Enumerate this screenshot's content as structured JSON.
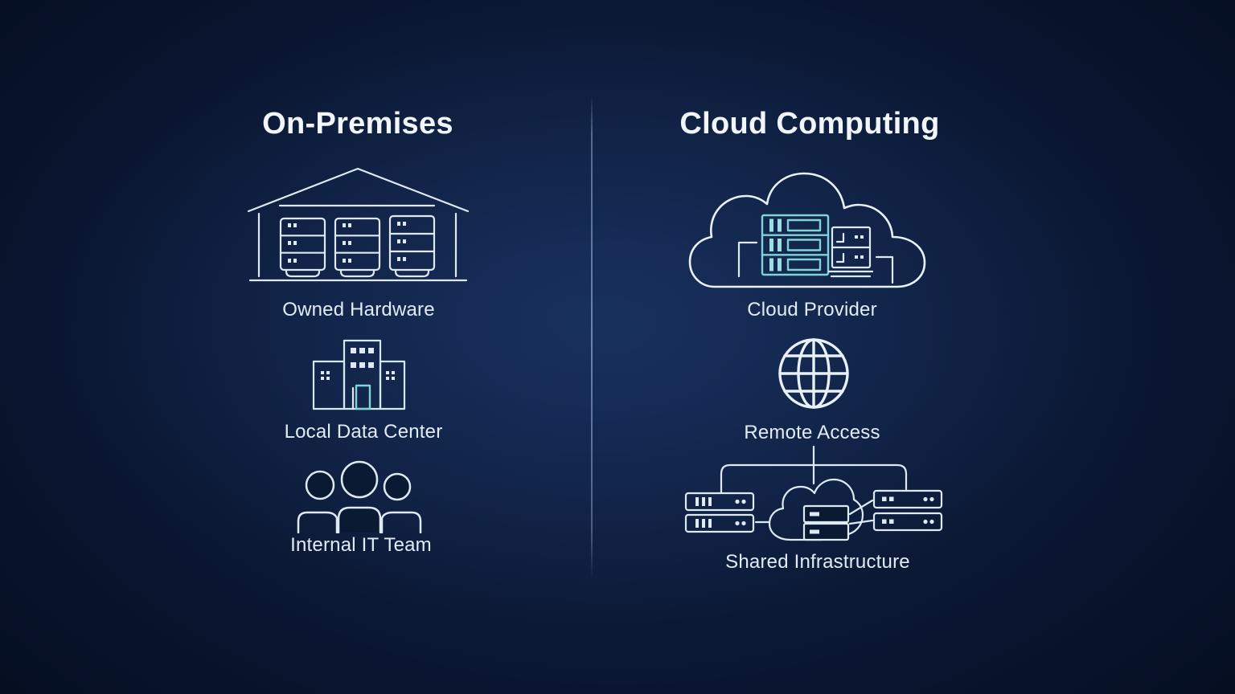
{
  "panels": {
    "left": {
      "title": "On-Premises",
      "items": [
        {
          "label": "Owned Hardware",
          "icon": "warehouse-servers-icon"
        },
        {
          "label": "Local Data Center",
          "icon": "office-building-icon"
        },
        {
          "label": "Internal IT Team",
          "icon": "people-group-icon"
        }
      ]
    },
    "right": {
      "title": "Cloud Computing",
      "items": [
        {
          "label": "Cloud Provider",
          "icon": "cloud-servers-icon"
        },
        {
          "label": "Remote Access",
          "icon": "globe-icon"
        },
        {
          "label": "Shared Infrastructure",
          "icon": "shared-servers-cloud-icon"
        }
      ]
    }
  },
  "colors": {
    "accent_teal": "#7fd3d9",
    "line_white": "#dfe9f3",
    "background_center": "#12254a",
    "background_edge": "#010206"
  }
}
